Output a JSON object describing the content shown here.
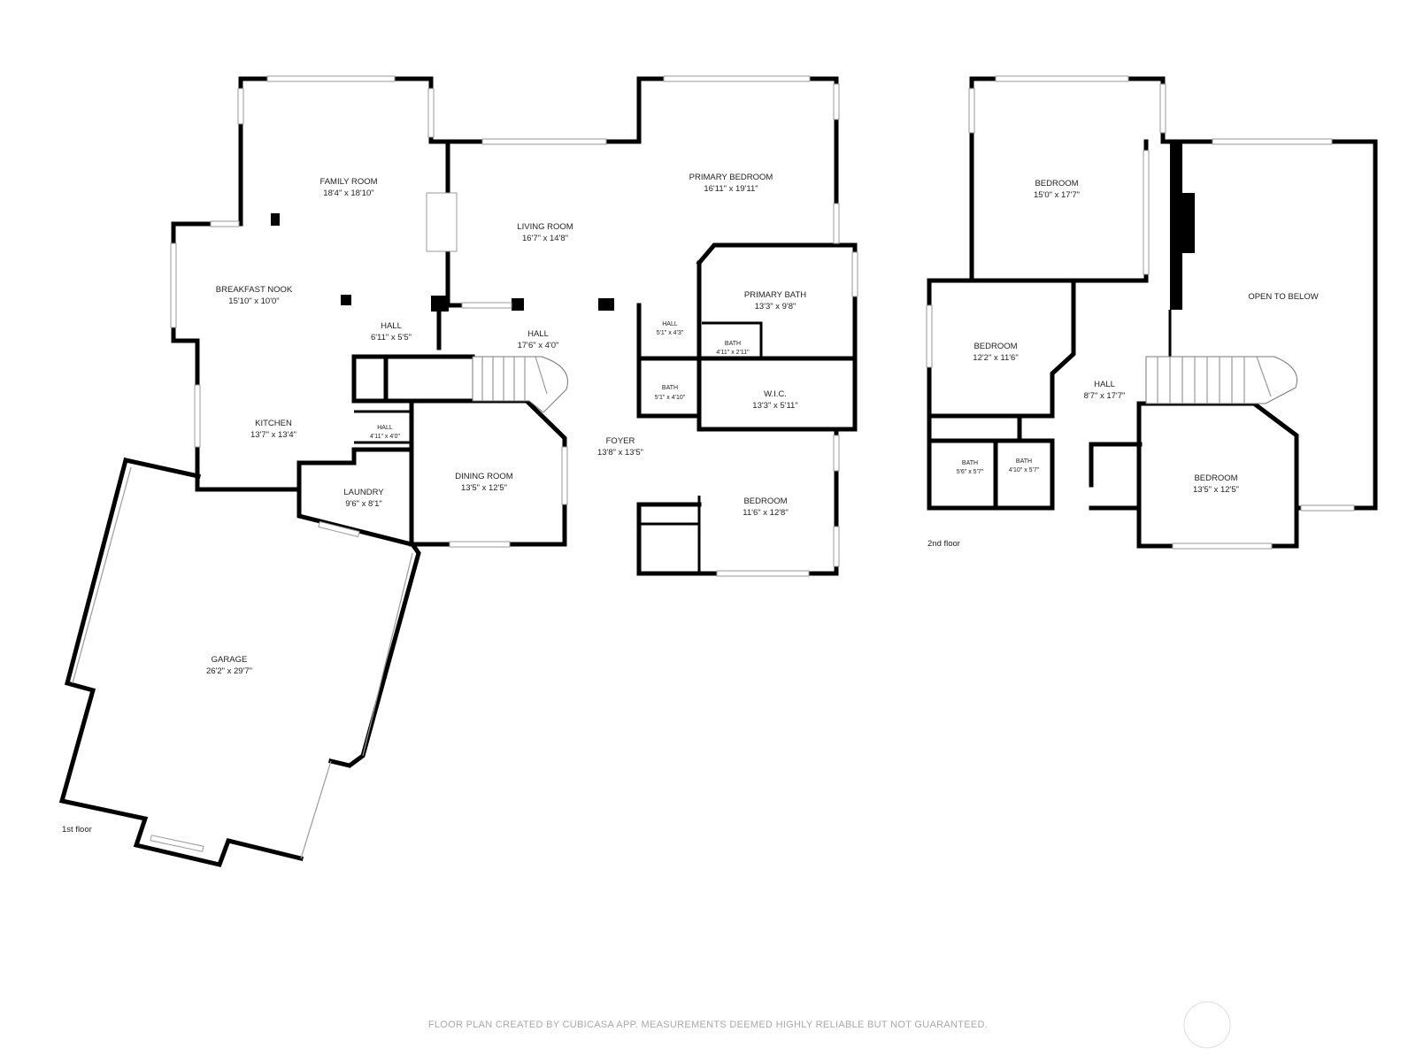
{
  "floors": [
    {
      "key": "first",
      "label": "1st floor"
    },
    {
      "key": "second",
      "label": "2nd floor"
    }
  ],
  "rooms": [
    {
      "key": "family-room",
      "name": "FAMILY ROOM",
      "dim": "18'4\" x 18'10\""
    },
    {
      "key": "breakfast-nook",
      "name": "BREAKFAST NOOK",
      "dim": "15'10\" x 10'0\""
    },
    {
      "key": "living-room",
      "name": "LIVING ROOM",
      "dim": "16'7\" x 14'8\""
    },
    {
      "key": "primary-bedroom",
      "name": "PRIMARY BEDROOM",
      "dim": "16'11\" x 19'11\""
    },
    {
      "key": "primary-bath",
      "name": "PRIMARY BATH",
      "dim": "13'3\" x 9'8\""
    },
    {
      "key": "hall-small-1",
      "name": "HALL",
      "dim": "6'11\" x 5'5\""
    },
    {
      "key": "hall-long",
      "name": "HALL",
      "dim": "17'6\" x 4'0\""
    },
    {
      "key": "hall-tiny",
      "name": "HALL",
      "dim": "5'1\" x 4'3\""
    },
    {
      "key": "bath-tiny",
      "name": "BATH",
      "dim": "4'11\" x 2'11\""
    },
    {
      "key": "bath-hall",
      "name": "BATH",
      "dim": "5'1\" x 4'10\""
    },
    {
      "key": "wic",
      "name": "W.I.C.",
      "dim": "13'3\" x 5'11\""
    },
    {
      "key": "kitchen",
      "name": "KITCHEN",
      "dim": "13'7\" x 13'4\""
    },
    {
      "key": "hall-laundry",
      "name": "HALL",
      "dim": "4'11\" x 4'0\""
    },
    {
      "key": "foyer",
      "name": "FOYER",
      "dim": "13'8\" x 13'5\""
    },
    {
      "key": "dining-room",
      "name": "DINING ROOM",
      "dim": "13'5\" x 12'5\""
    },
    {
      "key": "laundry",
      "name": "LAUNDRY",
      "dim": "9'6\" x 8'1\""
    },
    {
      "key": "bedroom-1",
      "name": "BEDROOM",
      "dim": "11'6\" x 12'8\""
    },
    {
      "key": "garage",
      "name": "GARAGE",
      "dim": "26'2\" x 29'7\""
    },
    {
      "key": "bedroom-2a",
      "name": "BEDROOM",
      "dim": "15'0\" x 17'7\""
    },
    {
      "key": "open-to-below",
      "name": "OPEN TO BELOW",
      "dim": ""
    },
    {
      "key": "bedroom-2b",
      "name": "BEDROOM",
      "dim": "12'2\" x 11'6\""
    },
    {
      "key": "hall-2",
      "name": "HALL",
      "dim": "8'7\" x 17'7\""
    },
    {
      "key": "bath-2a",
      "name": "BATH",
      "dim": "5'6\" x 5'7\""
    },
    {
      "key": "bath-2b",
      "name": "BATH",
      "dim": "4'10\" x 5'7\""
    },
    {
      "key": "bedroom-2c",
      "name": "BEDROOM",
      "dim": "13'5\" x 12'5\""
    }
  ],
  "footer": {
    "disclaimer": "FLOOR PLAN CREATED BY CUBICASA APP. MEASUREMENTS DEEMED HIGHLY RELIABLE BUT NOT GUARANTEED."
  },
  "colors": {
    "wall": "#000000",
    "window": "#9a9a9a",
    "text": "#222222",
    "disclaimer": "#a8a8a8"
  }
}
